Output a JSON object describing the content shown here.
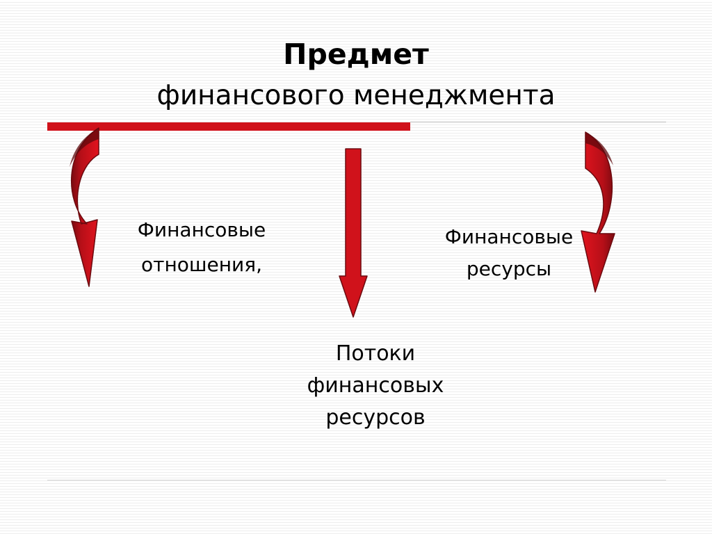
{
  "slide": {
    "title_line1": "Предмет",
    "title_line2": "финансового менеджмента",
    "left_label": [
      "Финансовые",
      "отношения,"
    ],
    "right_label": [
      "Финансовые",
      "ресурсы"
    ],
    "bottom_label": [
      "Потоки",
      "финансовых",
      "ресурсов"
    ]
  },
  "colors": {
    "arrow_red": "#d0121b",
    "arrow_dark": "#7a0a10",
    "arrow_outline": "#6b0a0f"
  },
  "icons": {
    "left": "curved-arrow-down-icon",
    "center": "down-arrow-icon",
    "right": "curved-arrow-down-icon"
  }
}
